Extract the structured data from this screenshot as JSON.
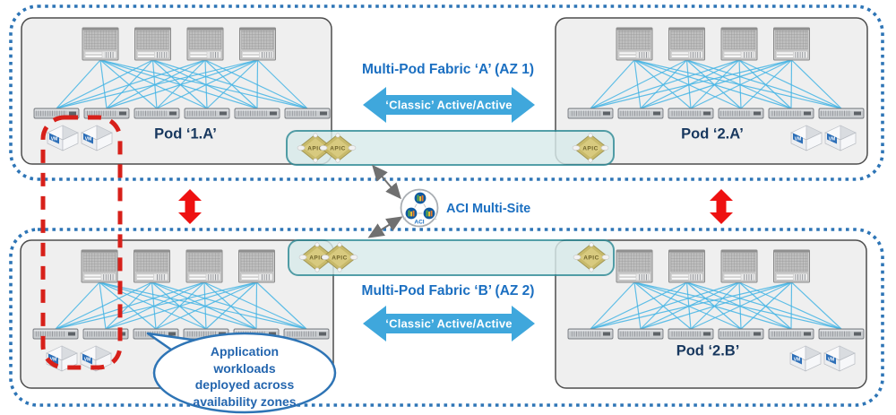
{
  "colors": {
    "zone_border": "#2E75B6",
    "fabric_label": "#1B6FC1",
    "fabric_arrow": "#3FA7DC",
    "pod_fill": "#EFEFEF",
    "pod_border": "#4D4D4D",
    "pod_label": "#17375E",
    "mesh_link": "#45B5E5",
    "bar_fill": "#D9EBEB",
    "bar_border": "#2E8A96",
    "apic_gold": "#C7B660",
    "apic_gold_inner": "#D9CC82",
    "apic_text": "#6E6228",
    "red_arrow": "#EE1111",
    "red_dash": "#D7201A",
    "callout_border": "#2E74B5",
    "callout_text": "#2365AE",
    "vm_label_blue": "#2D6FB8",
    "gray_arrow": "#707070"
  },
  "zones": [
    {
      "name": "availability-zone-1",
      "fabric_label": "Multi-Pod Fabric ‘A’ (AZ 1)",
      "arrow_label": "‘Classic’ Active/Active",
      "pods": [
        {
          "label": "Pod ‘1.A’",
          "vm_side": "left",
          "spines": 4,
          "leaves": 6,
          "vms": 2
        },
        {
          "label": "Pod ‘2.A’",
          "vm_side": "right",
          "spines": 4,
          "leaves": 6,
          "vms": 2
        }
      ]
    },
    {
      "name": "availability-zone-2",
      "fabric_label": "Multi-Pod Fabric ‘B’ (AZ 2)",
      "arrow_label": "‘Classic’ Active/Active",
      "pods": [
        {
          "label": "",
          "vm_side": "left",
          "spines": 4,
          "leaves": 6,
          "vms": 2
        },
        {
          "label": "Pod ‘2.B’",
          "vm_side": "right",
          "spines": 4,
          "leaves": 6,
          "vms": 2
        }
      ]
    }
  ],
  "multisite": {
    "label": "ACI Multi-Site",
    "icon_text": "ACI"
  },
  "apic_label": "APIC",
  "vm_label": "VM",
  "callout": {
    "lines": [
      "Application",
      "workloads",
      "deployed across",
      "availability zones"
    ]
  }
}
